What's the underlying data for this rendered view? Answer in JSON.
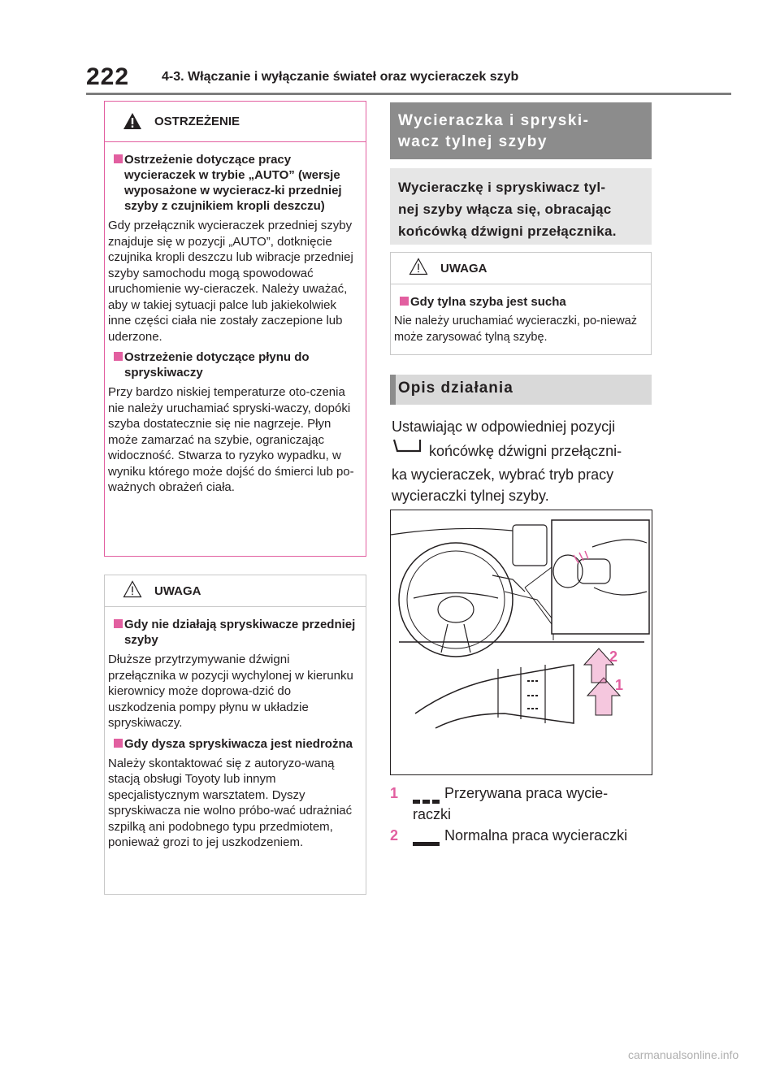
{
  "header": {
    "page_number": "222",
    "section_title": "4-3. Włączanie i wyłączanie świateł oraz wycieraczek szyb"
  },
  "warning_box": {
    "title": "OSTRZEŻENIE",
    "sub1": "Ostrzeżenie dotyczące pracy wycieraczek w trybie „AUTO” (wersje wyposażone w wycieracz-ki przedniej szyby z czujnikiem kropli deszczu)",
    "body1": "Gdy przełącznik wycieraczek przedniej szyby znajduje się w pozycji „AUTO”, dotknięcie czujnika kropli deszczu lub wibracje przedniej szyby samochodu mogą spowodować uruchomienie wy-cieraczek. Należy uważać, aby w takiej sytuacji palce lub jakiekolwiek inne części ciała nie zostały zaczepione lub uderzone.",
    "sub2": "Ostrzeżenie dotyczące płynu do spryskiwaczy",
    "body2": "Przy bardzo niskiej temperaturze oto-czenia nie należy uruchamiać spryski-waczy, dopóki szyba dostatecznie się nie nagrzeje. Płyn może zamarzać na szybie, ograniczając widoczność. Stwarza to ryzyko wypadku, w wyniku którego może dojść do śmierci lub po-ważnych obrażeń ciała."
  },
  "notice_box_1": {
    "title": "UWAGA",
    "sub1": "Gdy nie działają spryskiwacze przedniej szyby",
    "body1": "Dłuższe przytrzymywanie dźwigni przełącznika w pozycji wychylonej w kierunku kierownicy może doprowa-dzić do uszkodzenia pompy płynu w układzie spryskiwaczy.",
    "sub2": "Gdy dysza spryskiwacza jest niedrożna",
    "body2": "Należy skontaktować się z autoryzo-waną stacją obsługi Toyoty lub innym specjalistycznym warsztatem. Dyszy spryskiwacza nie wolno próbo-wać udrażniać szpilką ani podobnego typu przedmiotem, ponieważ grozi to jej uszkodzeniem."
  },
  "section": {
    "title_line1": "Wycieraczka i spryski-",
    "title_line2": "wacz tylnej szyby",
    "lead_line1": "Wycieraczkę i spryskiwacz tyl-",
    "lead_line2": "nej szyby włącza się, obracając",
    "lead_line3": "końcówką dźwigni przełącznika."
  },
  "notice_box_2": {
    "title": "UWAGA",
    "sub1": "Gdy tylna szyba jest sucha",
    "body1": "Nie należy uruchamiać wycieraczki, po-nieważ może zarysować tylną szybę."
  },
  "operation": {
    "title": "Opis działania",
    "line1": "Ustawiając w odpowiedniej pozycji",
    "line2": "końcówkę dźwigni przełączni-",
    "line3": "ka wycieraczek, wybrać tryb pracy",
    "line4": "wycieraczki tylnej szyby.",
    "items": [
      {
        "num": "1",
        "text_a": "Przerywana praca wycie-",
        "text_b": "raczki"
      },
      {
        "num": "2",
        "text_a": "Normalna praca wycieraczki"
      }
    ],
    "figure_labels": {
      "arrow_upper": "2",
      "arrow_lower": "1"
    }
  },
  "watermark": "carmanualsonline.info",
  "colors": {
    "accent": "#e25fa0",
    "band": "#8c8c8c",
    "lead_bg": "#e6e6e6"
  }
}
